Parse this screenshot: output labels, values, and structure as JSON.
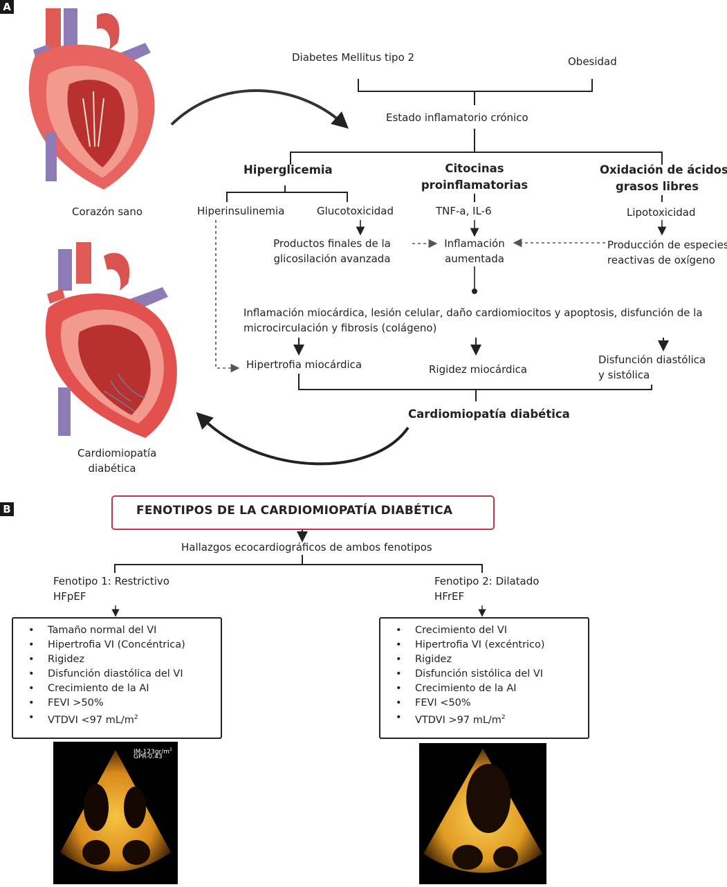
{
  "panel_a": {
    "label": "A",
    "top_left": "Diabetes Mellitus tipo 2",
    "top_right": "Obesidad",
    "state": "Estado inflamatorio crónico",
    "branch1_title": "Hiperglicemia",
    "branch2_title_l1": "Citocinas",
    "branch2_title_l2": "proinflamatorias",
    "branch3_title_l1": "Oxidación de ácidos",
    "branch3_title_l2": "grasos libres",
    "hyperinsulinemia": "Hiperinsulinemia",
    "glucotoxicity": "Glucotoxicidad",
    "cytokines": "TNF-a, IL-6",
    "lipotoxicity": "Lipotoxicidad",
    "age_l1": "Productos finales de la",
    "age_l2": "glicosilación avanzada",
    "inflam_l1": "Inflamación",
    "inflam_l2": "aumentada",
    "ros_l1": "Producción de especies",
    "ros_l2": "reactivas de oxígeno",
    "myo_l1": "Inflamación miocárdica, lesión celular, daño cardiomiocitos y apoptosis, disfunción de la",
    "myo_l2": "microcirculación y fibrosis (colágeno)",
    "out1": "Hipertrofia miocárdica",
    "out2": "Rigidez miocárdica",
    "out3_l1": "Disfunción diastólica",
    "out3_l2": "y sistólica",
    "final": "Cardiomiopatía diabética",
    "heart_healthy": "Corazón sano",
    "heart_dcm_l1": "Cardiomiopatía",
    "heart_dcm_l2": "diabética"
  },
  "panel_b": {
    "label": "B",
    "title": "FENOTIPOS DE LA CARDIOMIOPATÍA DIABÉTICA",
    "findings": "Hallazgos ecocardiográficos de ambos fenotipos",
    "pheno1_l1": "Fenotipo 1: Restrictivo",
    "pheno1_l2": "HFpEF",
    "pheno2_l1": "Fenotipo 2: Dilatado",
    "pheno2_l2": "HFrEF",
    "list1": [
      "Tamaño normal del VI",
      "Hipertrofia VI (Concéntrica)",
      "Rigidez",
      "Disfunción diastólica del VI",
      "Crecimiento de la AI",
      "FEVI >50%"
    ],
    "list1_last": "VTDVI <97 mL/m",
    "list2": [
      "Crecimiento del VI",
      "Hipertrofia VI (excéntrico)",
      "Rigidez",
      "Disfunción sistólica del VI",
      "Crecimiento de la AI",
      "FEVI <50%"
    ],
    "list2_last": "VTDVI >97 mL/m",
    "superscript": "2",
    "echo1_l1": "IM-123gr/m",
    "echo1_sup": "2",
    "echo1_l2": "GPR-0.43"
  },
  "colors": {
    "title_border": "#c0393b",
    "heart_red": "#d9534f",
    "heart_purple": "#8e7bb5",
    "echo_yellow": "#f2b531"
  }
}
